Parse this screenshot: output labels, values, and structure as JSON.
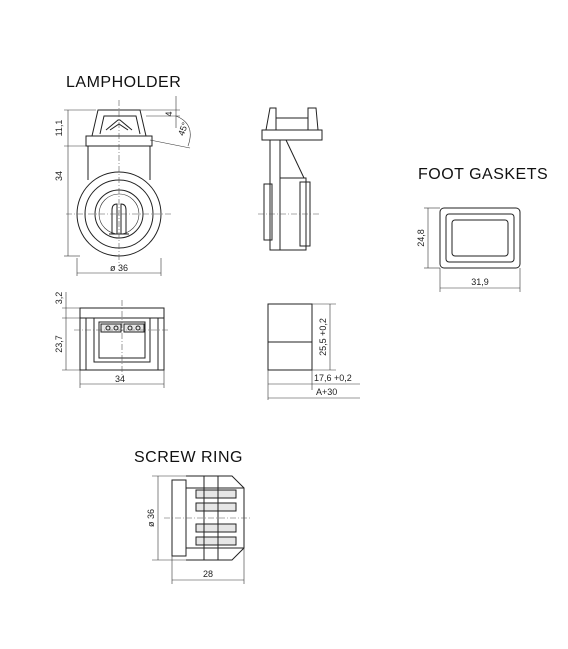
{
  "titles": {
    "lampholder": "LAMPHOLDER",
    "foot_gaskets": "FOOT GASKETS",
    "screw_ring": "SCREW RING"
  },
  "dimensions": {
    "lamp_top_height": "11,1",
    "lamp_small": "4",
    "lamp_angle": "45°",
    "lamp_body_height": "34",
    "lamp_diameter": "ø 36",
    "foot_height": "3,2",
    "foot_total_height": "23,7",
    "foot_width": "34",
    "side_height": "25,5 +0,2",
    "side_depth": "17,6 +0,2",
    "side_total": "A+30",
    "gasket_height": "24,8",
    "gasket_width": "31,9",
    "ring_diameter": "ø 36",
    "ring_depth": "28"
  }
}
